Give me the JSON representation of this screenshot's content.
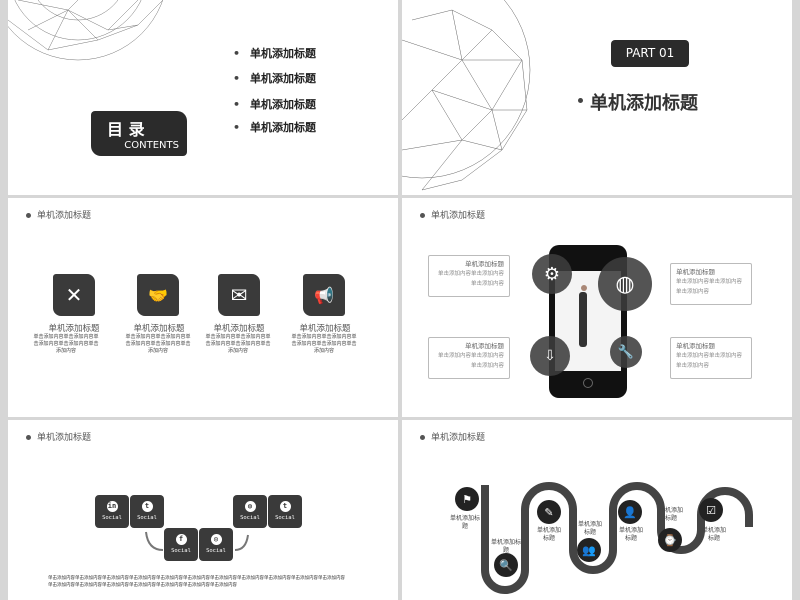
{
  "slide1": {
    "bullets": [
      "单机添加标题",
      "单机添加标题",
      "单机添加标题",
      "单机添加标题"
    ],
    "title": "目 录",
    "subtitle": "CONTENTS"
  },
  "slide2": {
    "part": "PART 01",
    "title": "单机添加标题"
  },
  "slide3": {
    "header": "单机添加标题",
    "items": [
      {
        "icon": "tools-icon",
        "glyph": "✕",
        "title": "单机添加标题",
        "desc": "单击添加内容单击添加内容单击添加内容单击添加内容单击添加内容"
      },
      {
        "icon": "handshake-icon",
        "glyph": "🤝",
        "title": "单机添加标题",
        "desc": "单击添加内容单击添加内容单击添加内容单击添加内容单击添加内容"
      },
      {
        "icon": "envelope-icon",
        "glyph": "✉",
        "title": "单机添加标题",
        "desc": "单击添加内容单击添加内容单击添加内容单击添加内容单击添加内容"
      },
      {
        "icon": "megaphone-icon",
        "glyph": "📢",
        "title": "单机添加标题",
        "desc": "单击添加内容单击添加内容单击添加内容单击添加内容单击添加内容"
      }
    ]
  },
  "slide4": {
    "header": "单机添加标题",
    "callouts": [
      {
        "title": "单机添加标题",
        "line1": "单击添加内容单击添加内容",
        "line2": "单击添加内容"
      },
      {
        "title": "单机添加标题",
        "line1": "单击添加内容单击添加内容",
        "line2": "单击添加内容"
      },
      {
        "title": "单机添加标题",
        "line1": "单击添加内容单击添加内容",
        "line2": "单击添加内容"
      },
      {
        "title": "单机添加标题",
        "line1": "单击添加内容单击添加内容",
        "line2": "单击添加内容"
      }
    ],
    "icons": [
      "gears-icon",
      "globe-icon",
      "cloud-download-icon",
      "wrench-icon"
    ]
  },
  "slide5": {
    "header": "单机添加标题",
    "tiles": [
      {
        "icon": "linkedin-icon",
        "glyph": "in",
        "label": "Social"
      },
      {
        "icon": "twitter-icon",
        "glyph": "t",
        "label": "Social"
      },
      {
        "icon": "facebook-icon",
        "glyph": "f",
        "label": "Social"
      },
      {
        "icon": "instagram-icon",
        "glyph": "◎",
        "label": "Social"
      },
      {
        "icon": "dribbble-icon",
        "glyph": "◍",
        "label": "Social"
      },
      {
        "icon": "twitter-icon",
        "glyph": "t",
        "label": "Social"
      }
    ],
    "paragraph": "单击添加内容单击添加内容单击添加内容单击添加内容单击添加内容单击添加内容单击添加内容单击添加内容单击添加内容单击添加内容单击添加内容单击添加内容单击添加内容单击添加内容单击添加内容单击添加内容单击添加内容单击添加内容"
  },
  "slide6": {
    "header": "单机添加标题",
    "steps": [
      {
        "icon": "flag-icon",
        "glyph": "⚑",
        "label": "单机添加标题"
      },
      {
        "icon": "search-icon",
        "glyph": "🔍",
        "label": "单机添加标题"
      },
      {
        "icon": "pencil-icon",
        "glyph": "✎",
        "label": "单机添加标题"
      },
      {
        "icon": "group-icon",
        "glyph": "👥",
        "label": "单机添加标题"
      },
      {
        "icon": "people-icon",
        "glyph": "👤",
        "label": "单机添加标题"
      },
      {
        "icon": "watch-icon",
        "glyph": "⌚",
        "label": "单机添加标题"
      },
      {
        "icon": "checkbox-icon",
        "glyph": "☑",
        "label": "单机添加标题"
      }
    ]
  }
}
